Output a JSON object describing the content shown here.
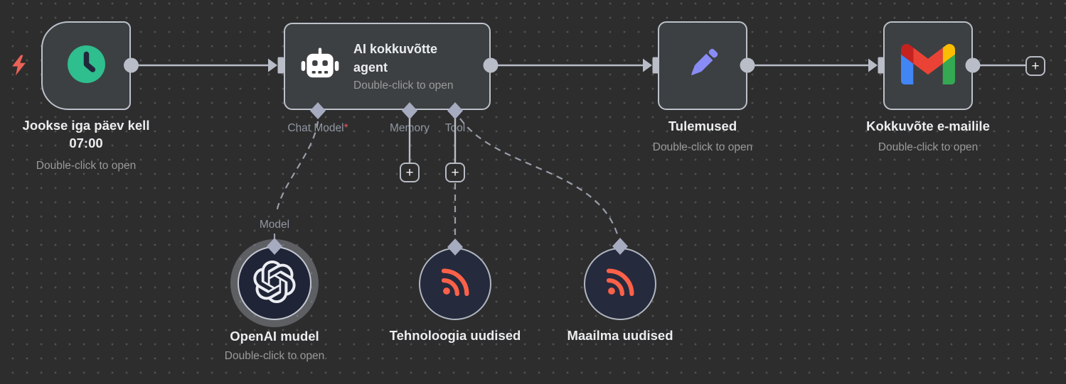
{
  "canvas": {
    "background": "#2d2d2d",
    "dot_color": "#515151"
  },
  "colors": {
    "node_fill": "#3d4042",
    "node_border": "#bcc1ca",
    "circle_fill": "#252a3d",
    "connector": "#b8bdc7",
    "dashed_connector": "#989ea9",
    "diamond": "#a6abc0",
    "title_text": "#ebedef",
    "subtitle_text": "#9a9a9a",
    "port_label_text": "#9097a2",
    "required_asterisk": "#e4555e",
    "trigger_bolt": "#ea6257",
    "clock_icon": "#2fbe8d",
    "clock_hands": "#21273b",
    "pencil_icon": "#898cf6",
    "rss_icon": "#fb6148",
    "openai_icon": "#ebedf2",
    "gmail_red": "#EA4335",
    "gmail_blue": "#4285F4",
    "gmail_green": "#34A853",
    "gmail_yellow": "#FBBC04",
    "gmail_dark_red": "#C5221F"
  },
  "nodes": {
    "schedule_trigger": {
      "title": "Jookse iga päev kell\n07:00",
      "subtitle": "Double-click to open",
      "icon": "clock-icon"
    },
    "ai_agent": {
      "title": "AI kokkuvõtte\nagent",
      "subtitle": "Double-click to open",
      "icon": "robot-icon",
      "ports": {
        "chat_model": {
          "label": "Chat Model",
          "required_marker": "*"
        },
        "memory": {
          "label": "Memory"
        },
        "tool": {
          "label": "Tool"
        }
      }
    },
    "results": {
      "title": "Tulemused",
      "subtitle": "Double-click to open",
      "icon": "pencil-icon"
    },
    "email": {
      "title": "Kokkuvõte e-mailile",
      "subtitle": "Double-click to open",
      "icon": "gmail-icon"
    },
    "openai_model": {
      "title": "OpenAI mudel",
      "subtitle": "Double-click to open",
      "icon": "openai-icon",
      "port_label": "Model"
    },
    "tech_news": {
      "title": "Tehnoloogia uudised",
      "icon": "rss-icon"
    },
    "world_news": {
      "title": "Maailma uudised",
      "icon": "rss-icon"
    }
  },
  "buttons": {
    "add_memory": "+",
    "add_tool": "+",
    "add_next": "+"
  }
}
